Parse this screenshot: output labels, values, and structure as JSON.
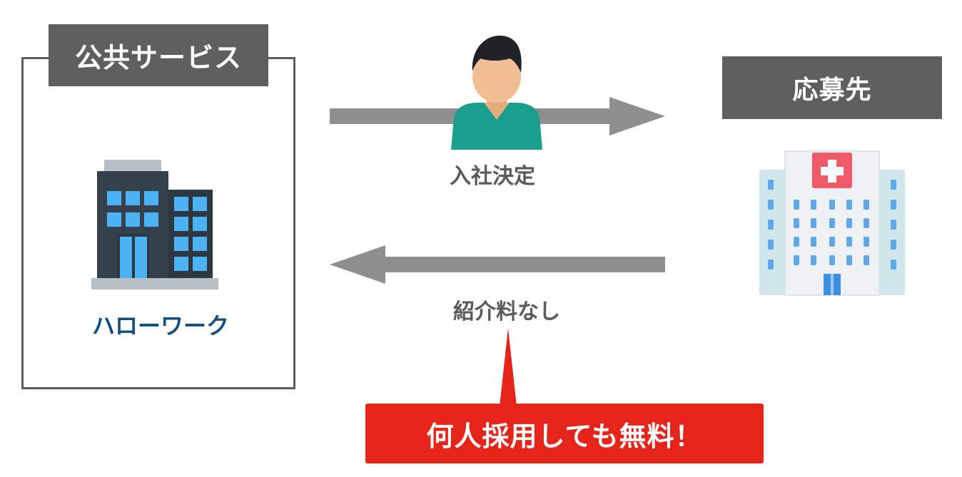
{
  "public_service": {
    "header": "公共サービス",
    "name": "ハローワーク"
  },
  "employer": {
    "header": "応募先"
  },
  "flows": {
    "hired_label": "入社決定",
    "no_fee_label": "紹介料なし"
  },
  "callout": {
    "text": "何人採用しても無料！"
  },
  "colors": {
    "header_bg": "#5f5f5f",
    "arrow": "#8f8f8f",
    "callout": "#e5241a",
    "agency_text": "#14507f"
  },
  "icons": {
    "agency": "office-building-icon",
    "person": "person-icon",
    "employer": "hospital-icon"
  }
}
